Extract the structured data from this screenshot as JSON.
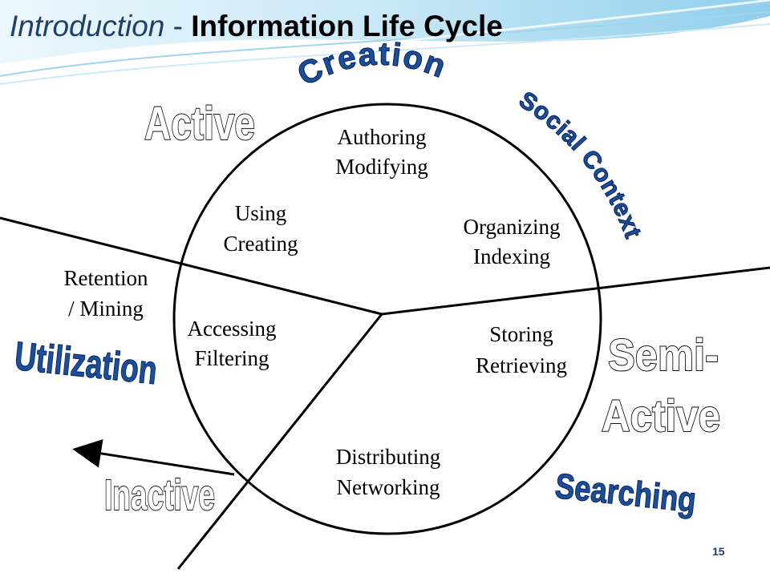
{
  "slide": {
    "title_intro": "Introduction",
    "title_dash": " - ",
    "title_main": "Information Life Cycle",
    "page_number": "15"
  },
  "phases": {
    "creation": "Creation",
    "social_context": "Social Context",
    "semi_active_line1": "Semi-",
    "semi_active_line2": "Active",
    "searching": "Searching",
    "inactive": "Inactive",
    "utilization": "Utilization",
    "active": "Active",
    "retention_line1": "Retention",
    "retention_line2": "/ Mining"
  },
  "cycle": {
    "authoring": "Authoring",
    "modifying": "Modifying",
    "organizing": "Organizing",
    "indexing": "Indexing",
    "storing": "Storing",
    "retrieving": "Retrieving",
    "distributing": "Distributing",
    "networking": "Networking",
    "accessing": "Accessing",
    "filtering": "Filtering",
    "using": "Using",
    "creating": "Creating"
  },
  "colors": {
    "title_blue": "#1f3f6a",
    "word_blue": "#1b4f9c",
    "swoosh_light": "#bfe4f5",
    "swoosh_dark": "#7cc6e8"
  }
}
